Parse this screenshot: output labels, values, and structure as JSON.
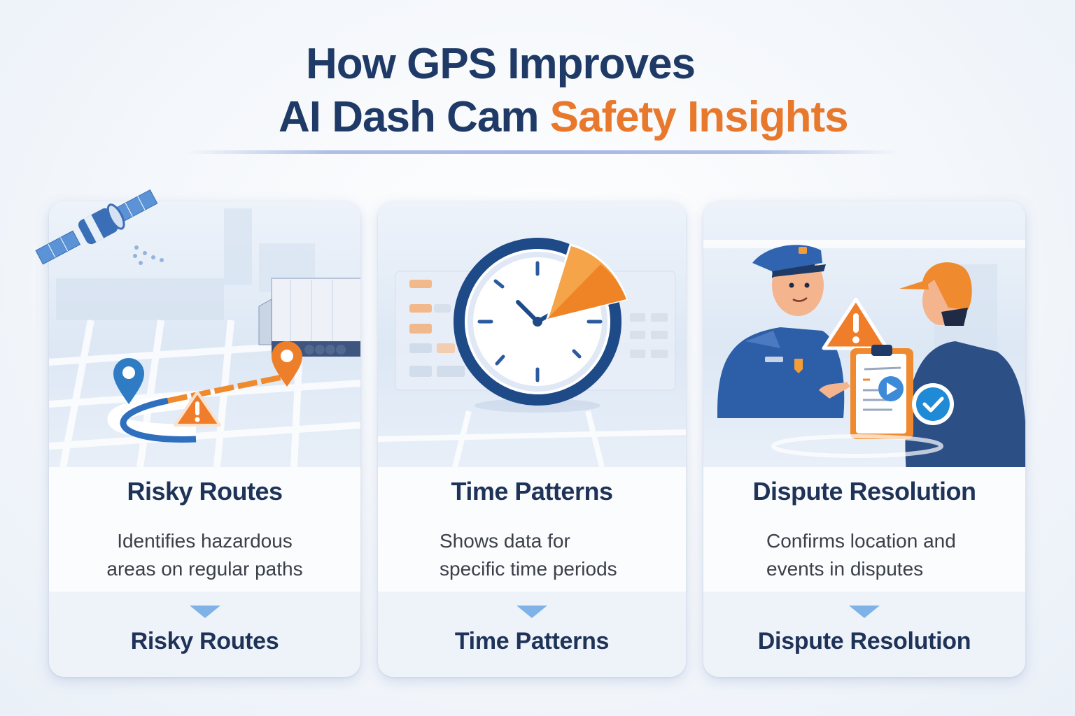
{
  "header": {
    "title_line1": "How GPS Improves",
    "title_line2_main": "AI Dash Cam ",
    "title_line2_accent": "Safety Insights"
  },
  "colors": {
    "navy": "#1f3a66",
    "accent_orange": "#e8782c",
    "blue_pin": "#2f7cc4",
    "arrow_blue": "#7fb3e8"
  },
  "cards": [
    {
      "title": "Risky Routes",
      "description_line1": "Identifies hazardous",
      "description_line2": "areas on regular paths",
      "bottom_label": "Risky Routes",
      "illustration": [
        "satellite-icon",
        "truck-icon",
        "map-pin-start-icon",
        "map-pin-end-icon",
        "warning-icon",
        "route-path"
      ]
    },
    {
      "title": "Time Patterns",
      "description_line1": "Shows data for",
      "description_line2": "specific time periods",
      "bottom_label": "Time Patterns",
      "illustration": [
        "clock-icon",
        "time-slice-highlight",
        "schedule-table"
      ]
    },
    {
      "title": "Dispute Resolution",
      "description_line1": "Confirms location and",
      "description_line2": "events in disputes",
      "bottom_label": "Dispute Resolution",
      "illustration": [
        "police-officer",
        "driver-with-helmet",
        "warning-icon",
        "clipboard-report-icon",
        "video-play-icon",
        "checkmark-badge-icon"
      ]
    }
  ]
}
